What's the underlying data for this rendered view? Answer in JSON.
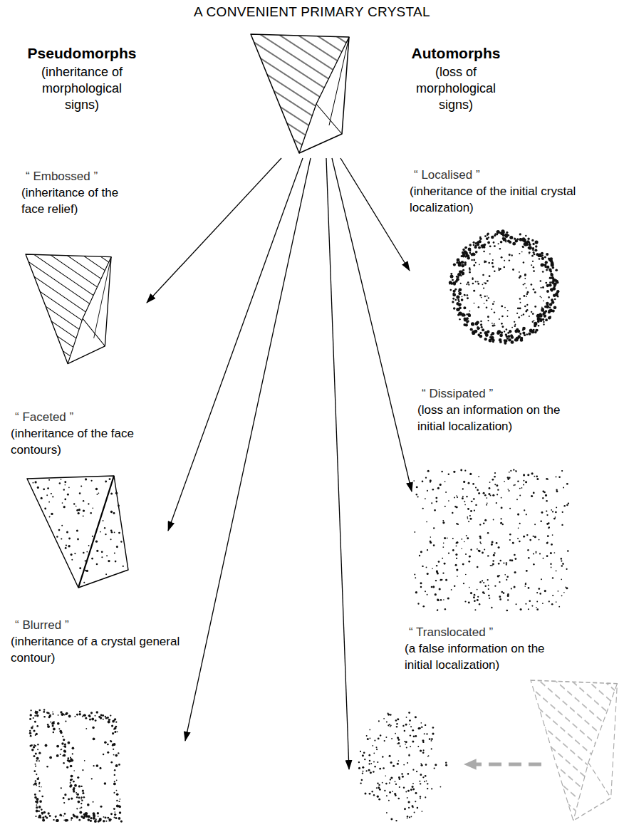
{
  "diagram": {
    "nodes": [
      {
        "text": [
          "A CONVENIENT PRIMARY CRYSTAL"
        ]
      },
      {
        "text": [
          "“ Embossed ”",
          "(inheritance of the face relief)"
        ]
      },
      {
        "text": [
          "“ Faceted ”",
          "(inheritance of the face contours)"
        ]
      },
      {
        "text": [
          "“ Blurred ”",
          "(inheritance of a crystal general contour)"
        ]
      },
      {
        "text": [
          "“ Localised ”",
          "(inheritance of the initial crystal localization)"
        ]
      },
      {
        "text": [
          "“ Dissipated ”",
          "(loss an information on the initial localization)"
        ]
      },
      {
        "text": [
          "“ Translocated ”",
          "(a false information on the initial localization)"
        ]
      }
    ],
    "edges": [
      {
        "from": 0,
        "to": 1,
        "arrow": "to"
      },
      {
        "from": 0,
        "to": 2,
        "arrow": "to"
      },
      {
        "from": 0,
        "to": 3,
        "arrow": "to"
      },
      {
        "from": 0,
        "to": 4,
        "arrow": "to"
      },
      {
        "from": 0,
        "to": 5,
        "arrow": "to"
      },
      {
        "from": 0,
        "to": 6,
        "arrow": "to"
      }
    ],
    "labels": [
      "Pseudomorphs",
      "(inheritance of morphological signs)",
      "Automorphs",
      "(loss of morphological signs)"
    ]
  }
}
